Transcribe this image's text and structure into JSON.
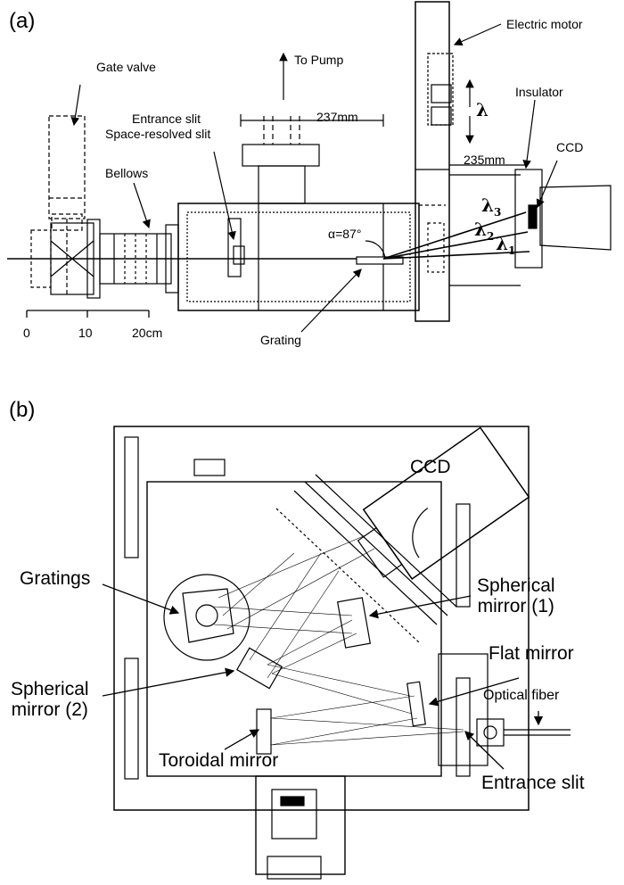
{
  "panel_a": {
    "tag": "(a)",
    "labels": {
      "electric_motor": "Electric motor",
      "to_pump": "To Pump",
      "gate_valve": "Gate valve",
      "insulator": "Insulator",
      "entrance_slit": "Entrance slit",
      "space_resolved_slit": "Space-resolved slit",
      "dim_237": "237mm",
      "dim_235": "235mm",
      "ccd": "CCD",
      "bellows": "Bellows",
      "alpha": "α=87°",
      "lambda": "λ",
      "lambda1": "λ",
      "lambda1_sub": "1",
      "lambda2": "λ",
      "lambda2_sub": "2",
      "lambda3": "λ",
      "lambda3_sub": "3",
      "grating": "Grating"
    },
    "scale_bar": {
      "ticks": [
        "0",
        "10",
        "20cm"
      ]
    }
  },
  "panel_b": {
    "tag": "(b)",
    "labels": {
      "ccd": "CCD",
      "gratings": "Gratings",
      "spherical_mirror_1_line1": "Spherical",
      "spherical_mirror_1_line2": "mirror (1)",
      "flat_mirror": "Flat mirror",
      "spherical_mirror_2_line1": "Spherical",
      "spherical_mirror_2_line2": "mirror (2)",
      "optical_fiber": "Optical fiber",
      "toroidal_mirror": "Toroidal mirror",
      "entrance_slit": "Entrance slit"
    }
  }
}
